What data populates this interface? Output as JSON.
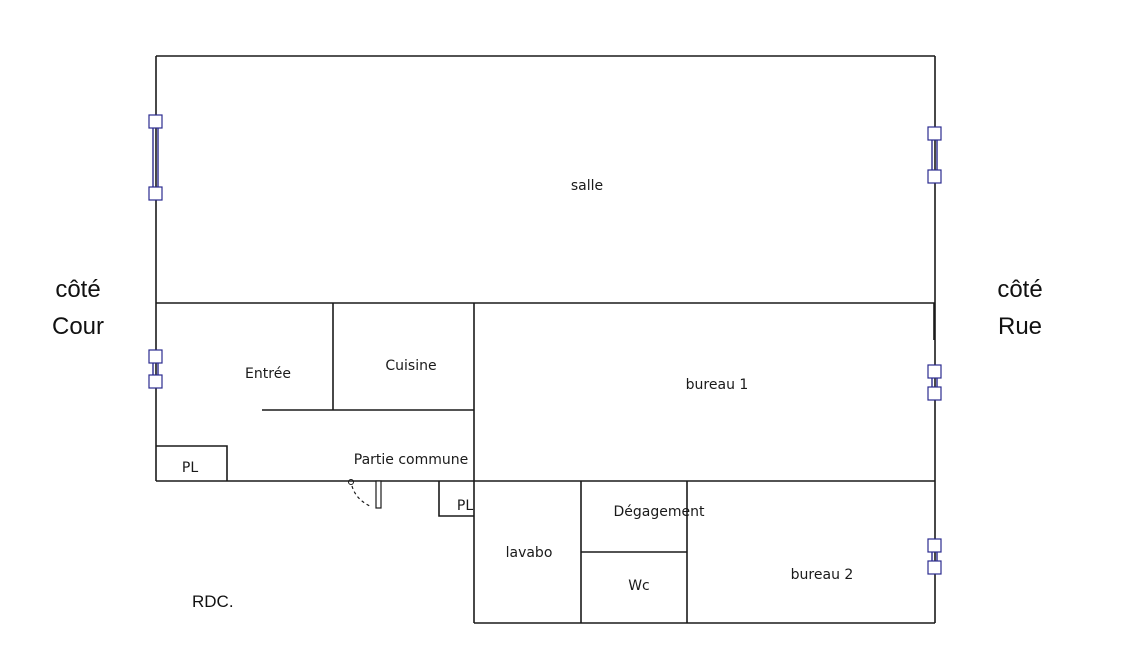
{
  "plan": {
    "level": "RDC.",
    "sides": {
      "left": [
        "côté",
        "Cour"
      ],
      "right": [
        "côté",
        "Rue"
      ]
    },
    "rooms": {
      "salle": "salle",
      "entree": "Entrée",
      "cuisine": "Cuisine",
      "bureau1": "bureau 1",
      "partie_commune": "Partie commune",
      "pl_left": "PL",
      "pl_right": "PL",
      "degagement": "Dégagement",
      "lavabo": "lavabo",
      "wc": "Wc",
      "bureau2": "bureau 2"
    },
    "colors": {
      "walls": "#1a1a1a",
      "windows": "#2b2b8f"
    }
  }
}
